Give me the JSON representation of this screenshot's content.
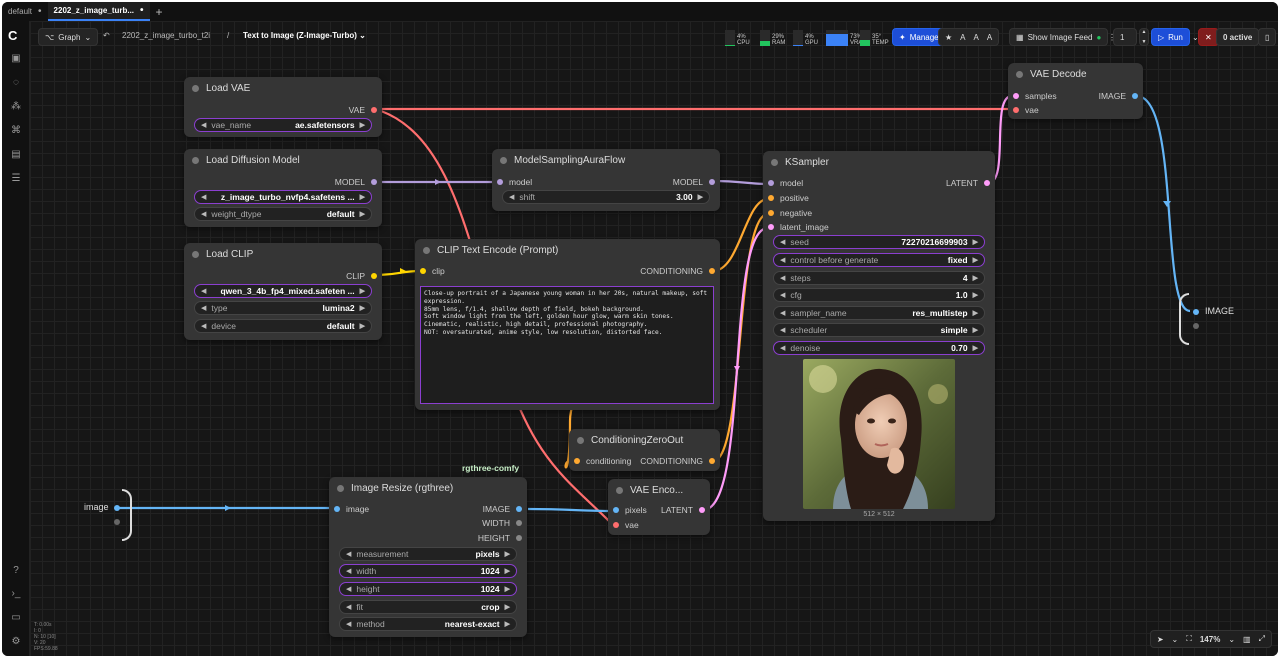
{
  "tabs": [
    {
      "label": "default",
      "modified": true,
      "active": false
    },
    {
      "label": "2202_z_image_turb...",
      "modified": true,
      "active": true
    }
  ],
  "toolbar": {
    "graph_label": "Graph",
    "breadcrumb_workflow": "2202_z_image_turbo_t2i",
    "breadcrumb_separator": "/",
    "breadcrumb_subgraph": "Text to Image (Z-Image-Turbo)",
    "meters": [
      {
        "label": "CPU",
        "value": "4%",
        "color": "#22c55e"
      },
      {
        "label": "RAM",
        "value": "29%",
        "color": "#22c55e"
      },
      {
        "label": "GPU",
        "value": "4%",
        "color": "#3b82f6"
      },
      {
        "label": "VRAM",
        "value": "73%",
        "color": "#3b82f6"
      },
      {
        "label": "TEMP",
        "value": "35°",
        "color": "#22c55e"
      }
    ],
    "manager_label": "Manager",
    "image_feed_label": "Show Image Feed",
    "queue_count": "1",
    "run_label": "Run",
    "active_label": "0 active"
  },
  "nodes": {
    "load_vae": {
      "title": "Load VAE",
      "output": "VAE",
      "widgets": [
        {
          "label": "vae_name",
          "value": "ae.safetensors"
        }
      ]
    },
    "load_diffusion": {
      "title": "Load Diffusion Model",
      "output": "MODEL",
      "widgets": [
        {
          "label": "",
          "value": "z_image_turbo_nvfp4.safetens ..."
        },
        {
          "label": "weight_dtype",
          "value": "default"
        }
      ]
    },
    "load_clip": {
      "title": "Load CLIP",
      "output": "CLIP",
      "widgets": [
        {
          "label": "",
          "value": "qwen_3_4b_fp4_mixed.safeten ..."
        },
        {
          "label": "type",
          "value": "lumina2"
        },
        {
          "label": "device",
          "value": "default"
        }
      ]
    },
    "model_sampling": {
      "title": "ModelSamplingAuraFlow",
      "input": "model",
      "output": "MODEL",
      "widgets": [
        {
          "label": "shift",
          "value": "3.00"
        }
      ]
    },
    "clip_text_encode": {
      "title": "CLIP Text Encode (Prompt)",
      "input": "clip",
      "output": "CONDITIONING",
      "text": "Close-up portrait of a Japanese young woman in her 20s, natural makeup, soft expression.\n85mm lens, f/1.4, shallow depth of field, bokeh background.\nSoft window light from the left, golden hour glow, warm skin tones.\nCinematic, realistic, high detail, professional photography.\nNOT: oversaturated, anime style, low resolution, distorted face."
    },
    "ksampler": {
      "title": "KSampler",
      "inputs": [
        "model",
        "positive",
        "negative",
        "latent_image"
      ],
      "output": "LATENT",
      "widgets": [
        {
          "label": "seed",
          "value": "72270216699903"
        },
        {
          "label": "control before generate",
          "value": "fixed"
        },
        {
          "label": "steps",
          "value": "4"
        },
        {
          "label": "cfg",
          "value": "1.0"
        },
        {
          "label": "sampler_name",
          "value": "res_multistep"
        },
        {
          "label": "scheduler",
          "value": "simple"
        },
        {
          "label": "denoise",
          "value": "0.70"
        }
      ],
      "preview_size": "512 × 512"
    },
    "vae_decode": {
      "title": "VAE Decode",
      "inputs": [
        "samples",
        "vae"
      ],
      "output": "IMAGE"
    },
    "cond_zero": {
      "title": "ConditioningZeroOut",
      "input": "conditioning",
      "output": "CONDITIONING"
    },
    "vae_encode": {
      "title": "VAE Enco...",
      "inputs": [
        "pixels",
        "vae"
      ],
      "output": "LATENT"
    },
    "image_resize": {
      "title": "Image Resize (rgthree)",
      "group_label": "rgthree-comfy",
      "input": "image",
      "outputs": [
        "IMAGE",
        "WIDTH",
        "HEIGHT"
      ],
      "widgets": [
        {
          "label": "measurement",
          "value": "pixels"
        },
        {
          "label": "width",
          "value": "1024"
        },
        {
          "label": "height",
          "value": "1024"
        },
        {
          "label": "fit",
          "value": "crop"
        },
        {
          "label": "method",
          "value": "nearest-exact"
        }
      ]
    },
    "subgraph_input_label": "image",
    "subgraph_output_label": "IMAGE"
  },
  "stats": [
    "T: 0.00s",
    "I: 0",
    "N: 10 [10]",
    "V: 20",
    "FPS:59.88"
  ],
  "bottom": {
    "zoom": "147%"
  },
  "colors": {
    "model": "#b39ddb",
    "clip": "#ffd500",
    "vae": "#ff6e6e",
    "conditioning": "#ffa931",
    "latent": "#ff9cf9",
    "image": "#64b5f6",
    "widget_highlight": "#8b3fd0"
  }
}
